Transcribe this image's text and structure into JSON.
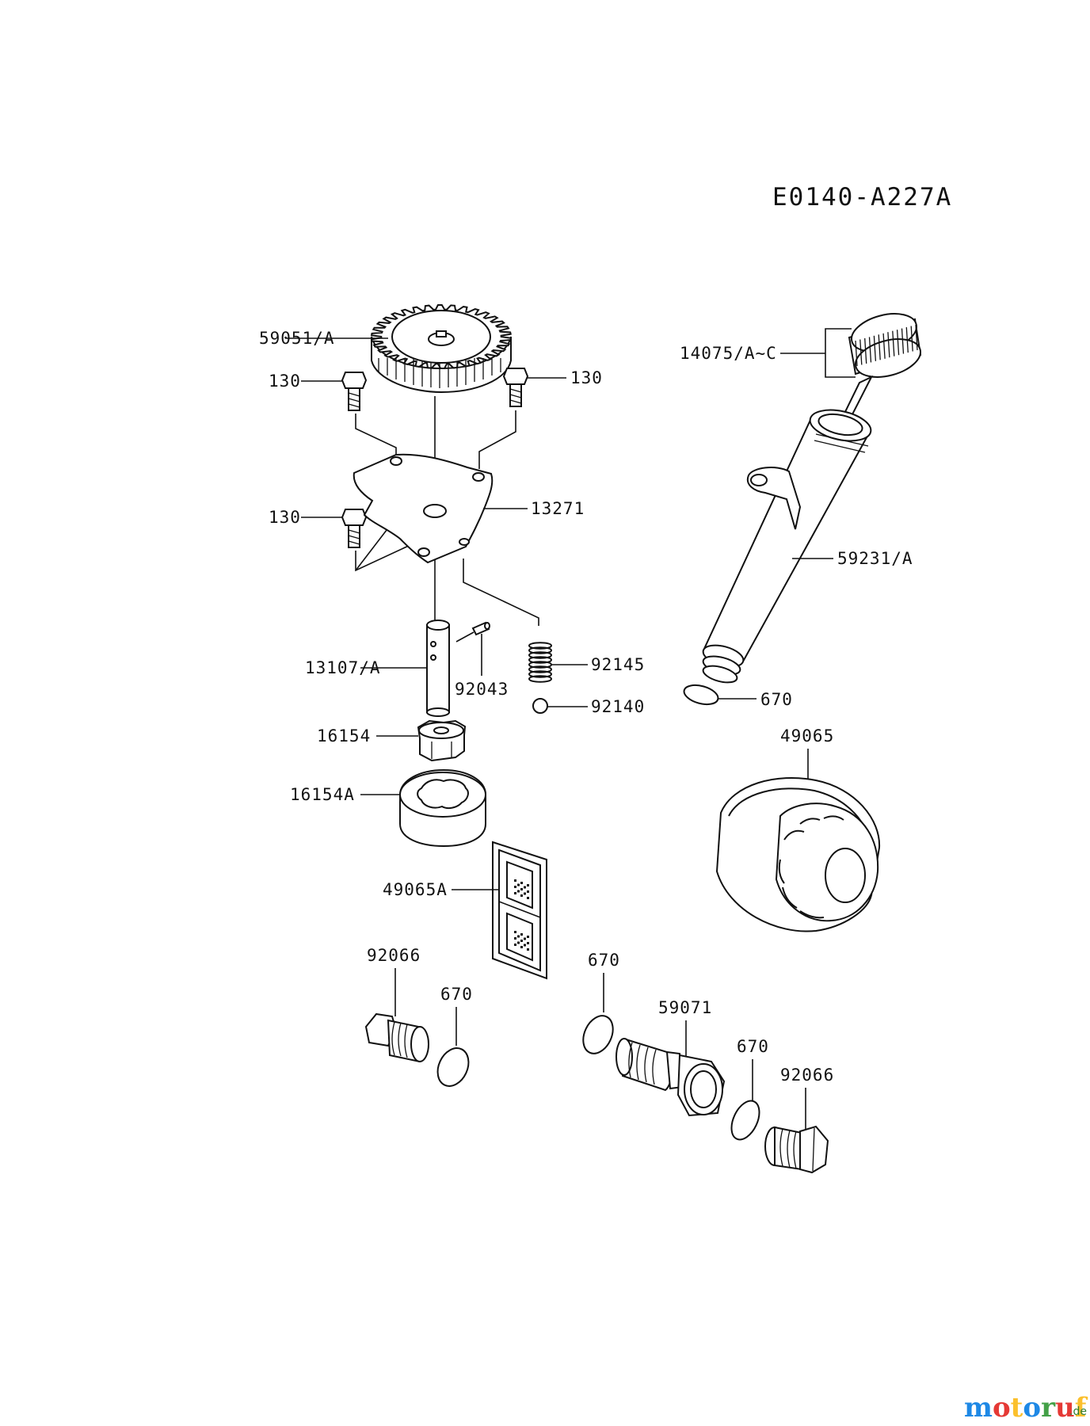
{
  "diagram_code": "E0140-A227A",
  "labels": {
    "gear": "59051/A",
    "bolt_top_left": "130",
    "bolt_top_right": "130",
    "bolt_mid_left": "130",
    "plate": "13271",
    "shaft": "13107/A",
    "pin": "92043",
    "spring": "92145",
    "ball": "92140",
    "inner_rotor": "16154",
    "outer_rotor": "16154A",
    "screen": "49065A",
    "dipstick_cap": "14075/A~C",
    "dipstick_tube": "59231/A",
    "oring_tube": "670",
    "oil_filter": "49065",
    "plug_left": "92066",
    "oring_left": "670",
    "oring_mid": "670",
    "fitting": "59071",
    "oring_right": "670",
    "plug_right": "92066"
  },
  "watermark": {
    "text": "motoruf",
    "letters": [
      "m",
      "o",
      "t",
      "o",
      "r",
      "u",
      "f"
    ],
    "colors": [
      "#1e88e5",
      "#e53935",
      "#fbc02d",
      "#1e88e5",
      "#43a047",
      "#e53935",
      "#fbc02d"
    ],
    "suffix": ".de"
  }
}
